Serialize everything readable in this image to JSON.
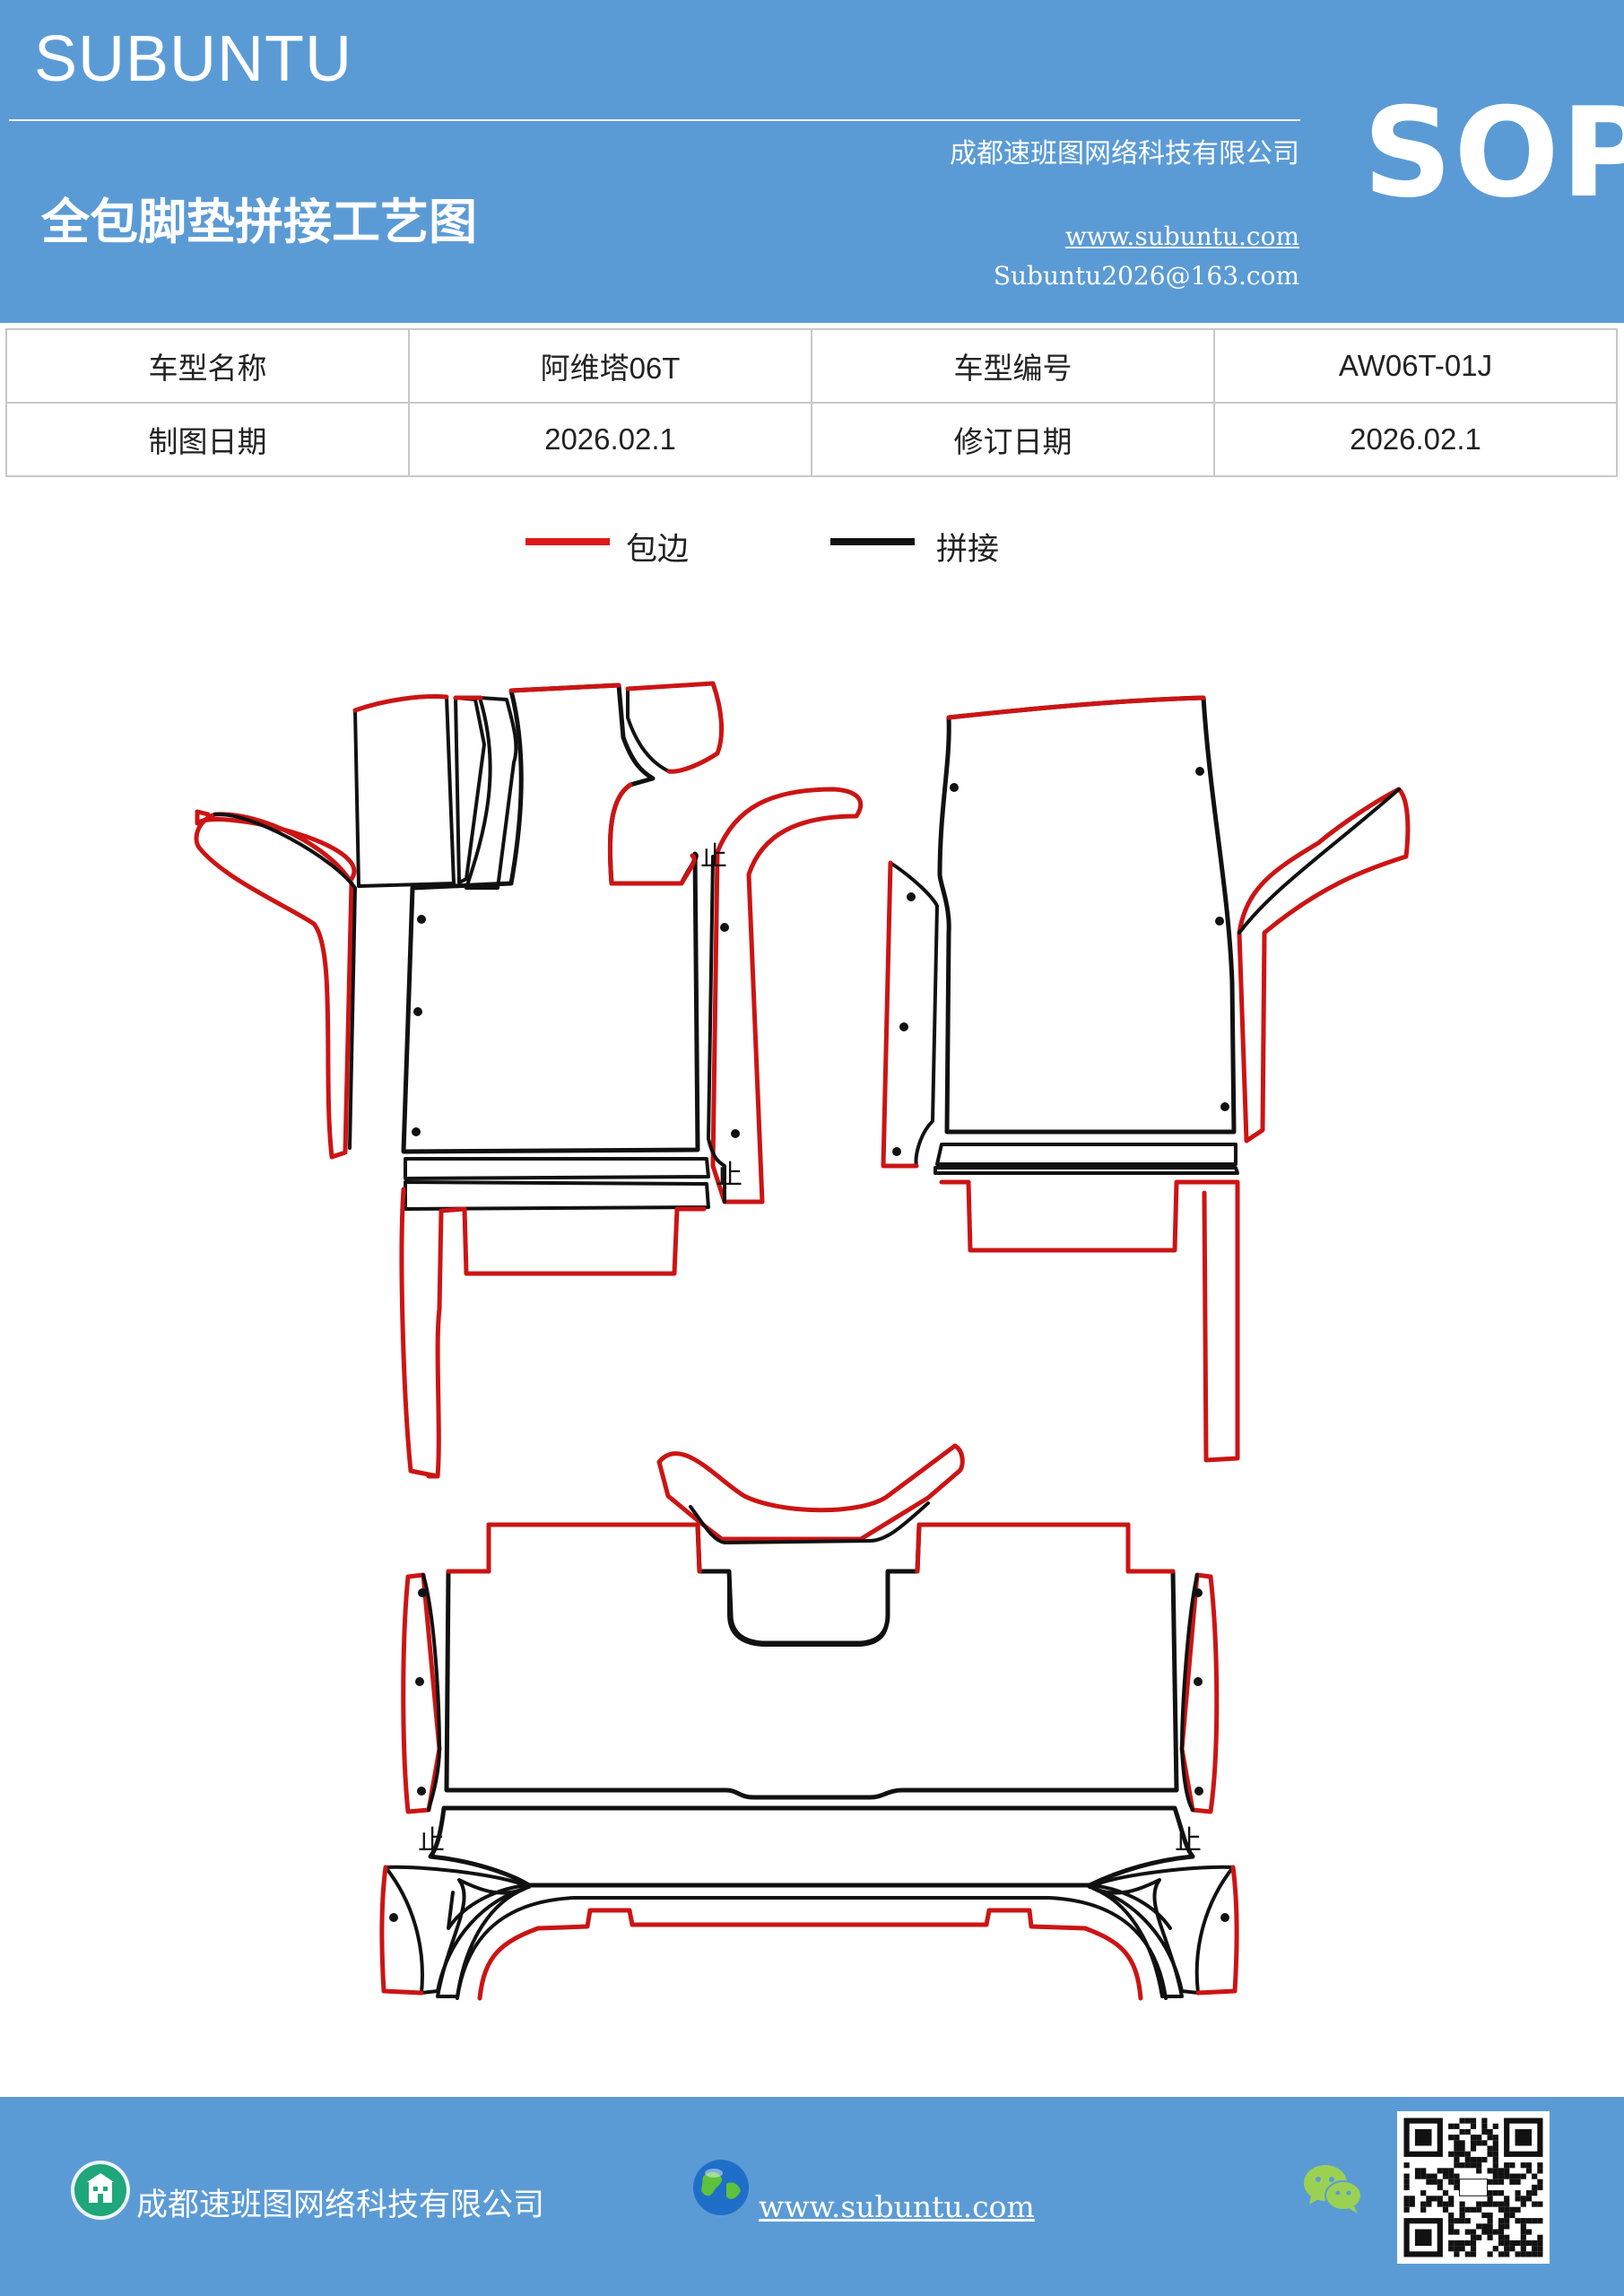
{
  "header": {
    "brand": "SUBUNTU",
    "badge": "SOP",
    "title": "全包脚垫拼接工艺图",
    "company": "成都速班图网络科技有限公司",
    "website": "www.subuntu.com",
    "email": "Subuntu2026@163.com"
  },
  "info_table": {
    "rows": [
      [
        {
          "text": "车型名称",
          "kind": "label"
        },
        {
          "text": "阿维塔06T",
          "kind": "value"
        },
        {
          "text": "车型编号",
          "kind": "label"
        },
        {
          "text": "AW06T-01J",
          "kind": "value"
        }
      ],
      [
        {
          "text": "制图日期",
          "kind": "label"
        },
        {
          "text": "2026.02.1",
          "kind": "value"
        },
        {
          "text": "修订日期",
          "kind": "label"
        },
        {
          "text": "2026.02.1",
          "kind": "value"
        }
      ]
    ]
  },
  "legend": [
    {
      "label": "包边",
      "color": "#e01818"
    },
    {
      "label": "拼接",
      "color": "#111111"
    }
  ],
  "diagram": {
    "marker_label": "止",
    "colors": {
      "edge": "#cc1414",
      "seam": "#111111"
    }
  },
  "footer": {
    "company": "成都速班图网络科技有限公司",
    "website": "www.subuntu.com",
    "icons": [
      "building-icon",
      "globe-icon",
      "wechat-icon",
      "qr-code"
    ]
  },
  "colors": {
    "brand_blue": "#5b9bd5",
    "text": "#222222",
    "grid": "#c8c8c8"
  }
}
